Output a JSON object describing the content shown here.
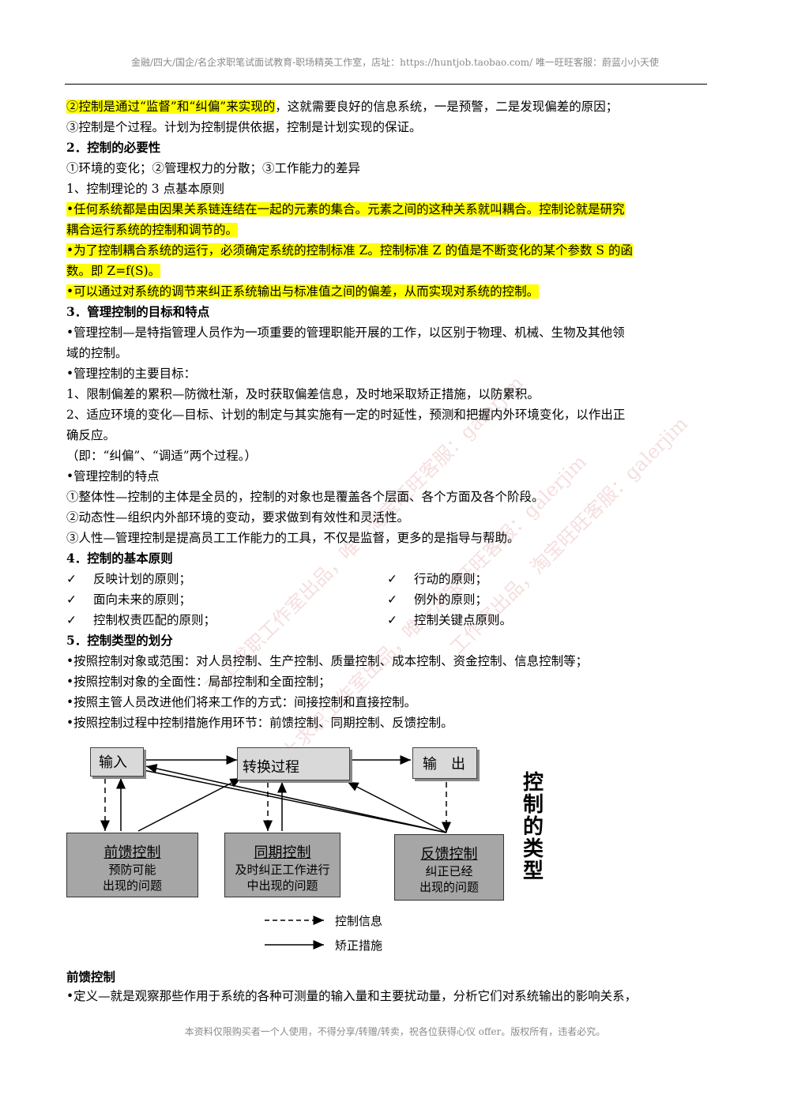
{
  "header": "金融/四大/国企/名企求职笔试面试教育-职场精英工作室，店址：https://huntjob.taobao.com/ 唯一旺旺客服：蔚蓝小小天使",
  "footer": "本资料仅限购买者一个人使用，不得分享/转赠/转卖，祝各位获得心仪 offer。版权所有，违者必究。",
  "watermark_lines": [
    "天上求职工作室出品，唯一淘宝旺旺客服：galerjim",
    "天上求职工作室出品，唯一淘宝旺旺客服：galerjim",
    "工作室出品，淘宝旺旺客服：galerjim"
  ],
  "lines": {
    "l1_hl": "②控制是通过“监督”和“纠偏”来实现的",
    "l1_rest": "，这就需要良好的信息系统，一是预警，二是发现偏差的原因；",
    "l2": "③控制是个过程。计划为控制提供依据，控制是计划实现的保证。",
    "l3": "2．控制的必要性",
    "l4": "①环境的变化；②管理权力的分散；③工作能力的差异",
    "l5": "1、控制理论的 3 点基本原则",
    "l6": "•任何系统都是由因果关系链连结在一起的元素的集合。元素之间的这种关系就叫耦合。控制论就是研究",
    "l7": "耦合运行系统的控制和调节的。",
    "l8": "•为了控制耦合系统的运行，必须确定系统的控制标准 Z。控制标准 Z 的值是不断变化的某个参数 S 的函",
    "l9": "数。即 Z=f(S)。",
    "l10": "•可以通过对系统的调节来纠正系统输出与标准值之间的偏差，从而实现对系统的控制。",
    "l11": "3．管理控制的目标和特点",
    "l12": "•管理控制—是特指管理人员作为一项重要的管理职能开展的工作，以区别于物理、机械、生物及其他领",
    "l13": "域的控制。",
    "l14": "•管理控制的主要目标：",
    "l15": "1、限制偏差的累积—防微杜渐，及时获取偏差信息，及时地采取矫正措施，以防累积。",
    "l16": "2、适应环境的变化—目标、计划的制定与其实施有一定的时延性，预测和把握内外环境变化，以作出正",
    "l17": "确反应。",
    "l18": "（即：“纠偏”、“调适”两个过程。）",
    "l19": "•管理控制的特点",
    "l20": "①整体性—控制的主体是全员的，控制的对象也是覆盖各个层面、各个方面及各个阶段。",
    "l21": "②动态性—组织内外部环境的变动，要求做到有效性和灵活性。",
    "l22": "③人性—管理控制是提高员工工作能力的工具，不仅是监督，更多的是指导与帮助。",
    "l23": "4．控制的基本原则",
    "l24": "5．控制类型的划分",
    "l25": "•按照控制对象或范围：对人员控制、生产控制、质量控制、成本控制、资金控制、信息控制等；",
    "l26": "•按照控制对象的全面性：局部控制和全面控制；",
    "l27": "•按照主管人员改进他们将来工作的方式：间接控制和直接控制。",
    "l28": "•按照控制过程中控制措施作用环节：前馈控制、同期控制、反馈控制。"
  },
  "tick": "✓",
  "principles": [
    [
      "反映计划的原则；",
      "行动的原则；"
    ],
    [
      "面向未来的原则；",
      "例外的原则；"
    ],
    [
      "控制权责匹配的原则；",
      "控制关键点原则。"
    ]
  ],
  "diagram": {
    "input": "输入",
    "process": "转换过程",
    "output": "输　出",
    "side_title": "控制的类型",
    "feedforward": {
      "title": "前馈控制",
      "l1": "预防可能",
      "l2": "出现的问题"
    },
    "concurrent": {
      "title": "同期控制",
      "l1": "及时纠正工作进行",
      "l2": "中出现的问题"
    },
    "feedback": {
      "title": "反馈控制",
      "l1": "纠正已经",
      "l2": "出现的问题"
    },
    "legend_dashed": "控制信息",
    "legend_solid": "矫正措施"
  },
  "section": "前馈控制",
  "definition": "•定义—就是观察那些作用于系统的各种可测量的输入量和主要扰动量，分析它们对系统输出的影响关系，"
}
